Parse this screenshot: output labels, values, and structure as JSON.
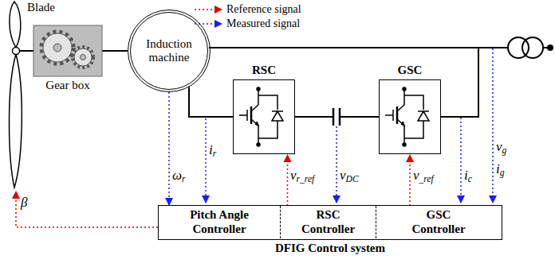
{
  "diagram": {
    "nodes": [
      {
        "text": [
          "Gear box"
        ]
      },
      {
        "text": [
          "Induction machine"
        ]
      },
      {
        "text": [
          "RSC"
        ]
      },
      {
        "text": [
          "GSC"
        ]
      },
      {
        "text": [
          "DFIG Control system"
        ]
      },
      {
        "text": [
          "Pitch Angle Controller"
        ],
        "in": 4
      },
      {
        "text": [
          "RSC Controller"
        ],
        "in": 4
      },
      {
        "text": [
          "GSC Controller"
        ],
        "in": 4
      }
    ],
    "edges": [
      {
        "from": 0,
        "to": 1,
        "arrow": "none"
      },
      {
        "from": 1,
        "to": 2,
        "arrow": "none"
      },
      {
        "from": 2,
        "to": 3,
        "arrow": "none"
      },
      {
        "from": 1,
        "to": 5,
        "arrow": "to",
        "label": "ωr"
      },
      {
        "from": 6,
        "to": 2,
        "arrow": "to",
        "label": "vr_ref"
      },
      {
        "from": 7,
        "to": 3,
        "arrow": "to",
        "label": "v_ref"
      }
    ],
    "labels": [
      "Blade",
      "β",
      "ir",
      "vDC",
      "ic",
      "vg",
      "ig"
    ],
    "legend": [
      {
        "text": "Reference signal"
      },
      {
        "text": "Measured signal"
      }
    ]
  }
}
